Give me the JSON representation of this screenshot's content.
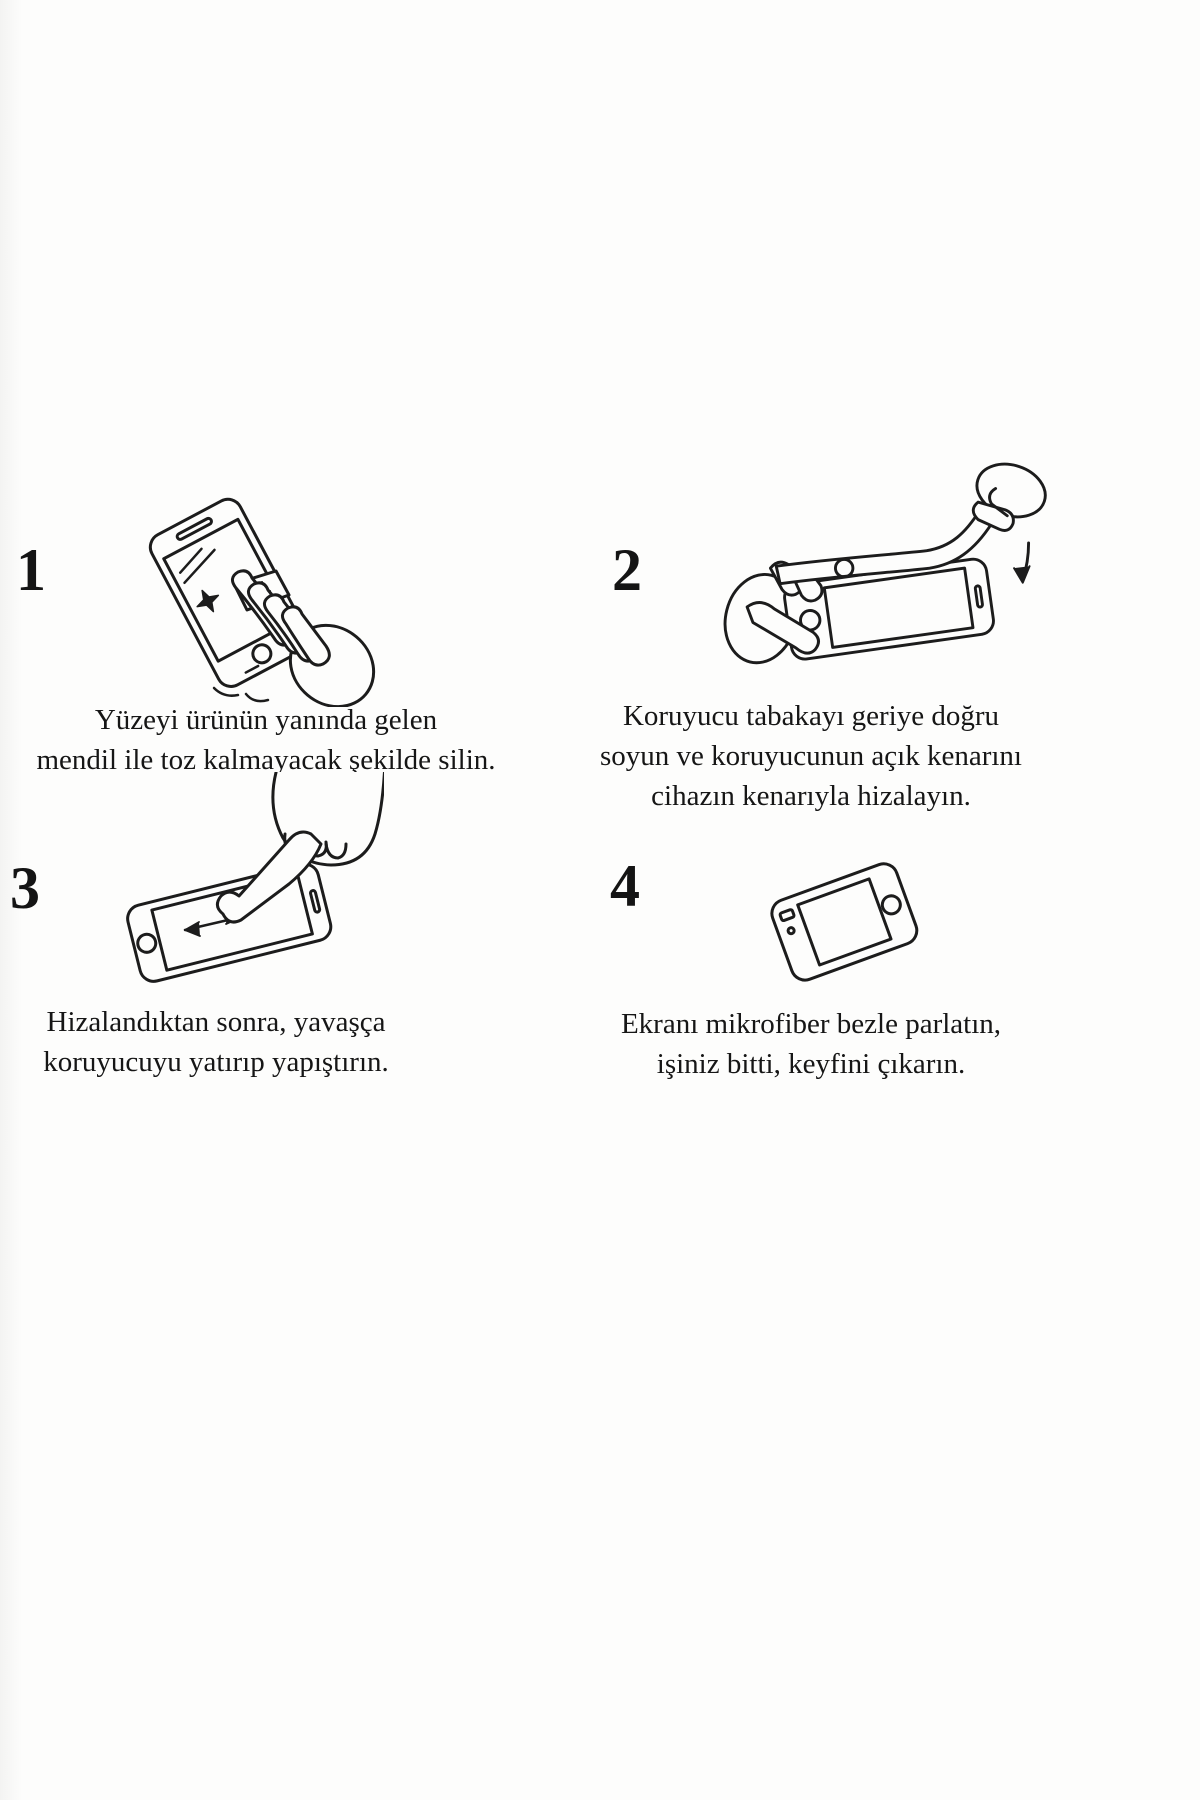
{
  "page": {
    "background": "#fdfdfc",
    "ink": "#1b1b1b",
    "description": "Screen protector application instructions, 4 steps, Turkish"
  },
  "steps": [
    {
      "number": "1",
      "illustration": "wipe-screen-with-cloth",
      "lines": [
        "Yüzeyi  ürünün yanında gelen",
        "mendil ile toz kalmayacak şekilde silin."
      ]
    },
    {
      "number": "2",
      "illustration": "peel-backing-and-align-edge",
      "lines": [
        "Koruyucu tabakayı geriye doğru",
        "soyun ve koruyucunun açık kenarını",
        "cihazın kenarıyla hizalayın."
      ]
    },
    {
      "number": "3",
      "illustration": "lay-down-and-press-protector",
      "lines": [
        "Hizalandıktan sonra, yavaşça",
        "koruyucuyu yatırıp yapıştırın."
      ]
    },
    {
      "number": "4",
      "illustration": "polish-finished-phone",
      "lines": [
        "Ekranı mikrofiber bezle parlatın,",
        "işiniz bitti, keyfini çıkarın."
      ]
    }
  ]
}
